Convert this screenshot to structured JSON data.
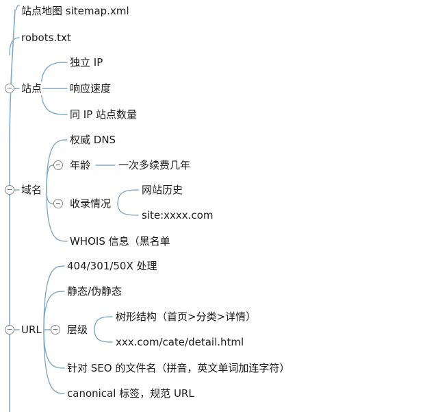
{
  "mindmap": {
    "edge_color": "#7fa9c4",
    "root_top": [
      {
        "label": "站点地图 sitemap.xml"
      },
      {
        "label": "robots.txt"
      }
    ],
    "site": {
      "label": "站点",
      "children": [
        "独立 IP",
        "响应速度",
        "同 IP 站点数量"
      ]
    },
    "domain": {
      "label": "域名",
      "authority": "权威 DNS",
      "age": {
        "label": "年龄",
        "child": "一次多续费几年"
      },
      "indexing": {
        "label": "收录情况",
        "children": [
          "网站历史",
          "site:xxxx.com"
        ]
      },
      "whois": "WHOIS 信息（黑名单"
    },
    "url": {
      "label": "URL",
      "handling": "404/301/50X 处理",
      "static": "静态/伪静态",
      "level": {
        "label": "层级",
        "children": [
          "树形结构（首页>分类>详情）",
          "xxx.com/cate/detail.html"
        ]
      },
      "seo_filename": "针对 SEO 的文件名（拼音，英文单词加连字符）",
      "canonical": "canonical 标签，规范 URL"
    }
  }
}
